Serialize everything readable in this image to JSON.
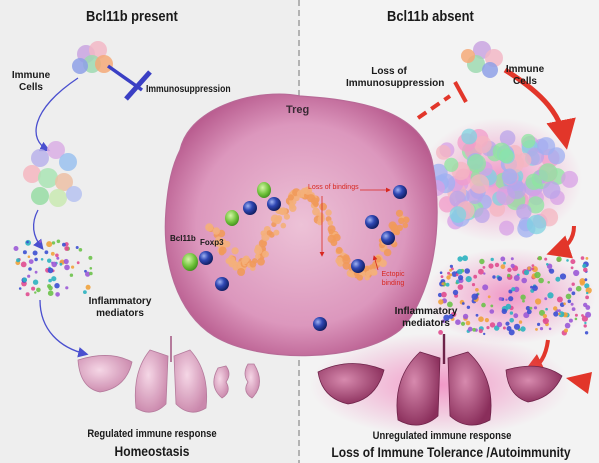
{
  "panels": {
    "left": {
      "title": "Bcl11b present",
      "immune_cells": "Immune Cells",
      "immunosuppression": "Immunosuppression",
      "inflammatory_mediators": "Inflammatory mediators",
      "outcome": "Regulated immune response",
      "outcome_big": "Homeostasis"
    },
    "right": {
      "title": "Bcl11b absent",
      "immune_cells": "Immune Cells",
      "loss_of_immunosuppression": "Loss of Immunosuppression",
      "inflammatory_mediators": "Inflammatory mediators",
      "outcome": "Unregulated immune response",
      "outcome_big": "Loss of Immune Tolerance /Autoimmunity"
    }
  },
  "treg": {
    "label": "Treg",
    "bcl11b": "Bcl11b",
    "foxp3": "Foxp3",
    "loss_of_bindings": "Loss of bindings",
    "ectopic_binding": "Ectopic binding"
  },
  "colors": {
    "inhibit_blue": "#3a3fc4",
    "inhibit_red": "#e2362a",
    "treg_fill": "#d48ab2",
    "protein_green": "#7cc444",
    "protein_blue": "#253c9e",
    "chromatin": "#f19a5a"
  }
}
